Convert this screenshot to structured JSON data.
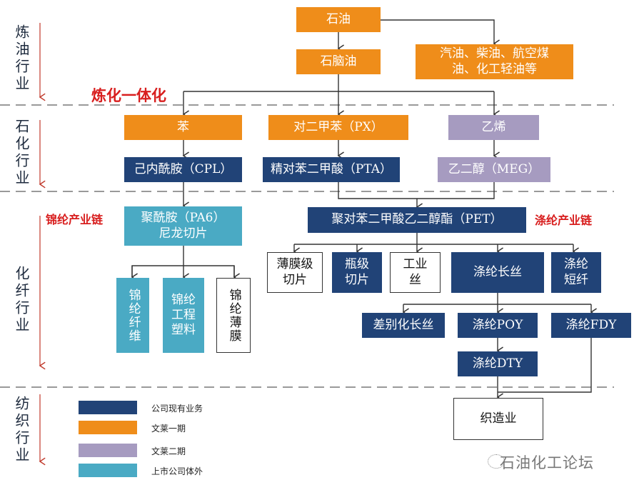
{
  "colors": {
    "company_existing": "#214377",
    "wenlai_phase1": "#ef8d1a",
    "wenlai_phase2": "#a69bc0",
    "outside_listed_company": "#4aaac4",
    "highlight_red": "#d81e1e"
  },
  "sections": [
    {
      "label": "炼油行业"
    },
    {
      "label": "石化行业"
    },
    {
      "label": "化纤行业"
    },
    {
      "label": "纺织行业"
    }
  ],
  "annotations": {
    "refining_integration": "炼化一体化",
    "nylon_chain": "锦纶产业链",
    "polyester_chain": "涤纶产业链"
  },
  "nodes": {
    "crude_oil": "石油",
    "naphtha": "石脑油",
    "fuels": "汽油、柴油、航空煤油、化工轻油等",
    "benzene": "苯",
    "px": "对二甲苯（PX）",
    "ethylene": "乙烯",
    "cpl": "己内酰胺（CPL）",
    "pta": "精对苯二甲酸（PTA）",
    "meg": "乙二醇（MEG）",
    "pa6": "聚酰胺（PA6）尼龙切片",
    "pet": "聚对苯二甲酸乙二醇酯（PET）",
    "nylon_fiber": "锦纶纤维",
    "nylon_plastic": "锦纶工程塑料",
    "nylon_film": "锦纶薄膜",
    "film_chip": "薄膜级切片",
    "bottle_chip": "瓶级切片",
    "industrial_yarn": "工业丝",
    "polyester_filament": "涤纶长丝",
    "polyester_staple": "涤纶短纤",
    "differentiated_filament": "差别化长丝",
    "poy": "涤纶POY",
    "fdy": "涤纶FDY",
    "dty": "涤纶DTY",
    "weaving": "织造业"
  },
  "legend": [
    {
      "label": "公司现有业务",
      "color": "#214377"
    },
    {
      "label": "文莱一期",
      "color": "#ef8d1a"
    },
    {
      "label": "文莱二期",
      "color": "#a69bc0"
    },
    {
      "label": "上市公司体外",
      "color": "#4aaac4"
    }
  ],
  "watermark": "石油化工论坛"
}
